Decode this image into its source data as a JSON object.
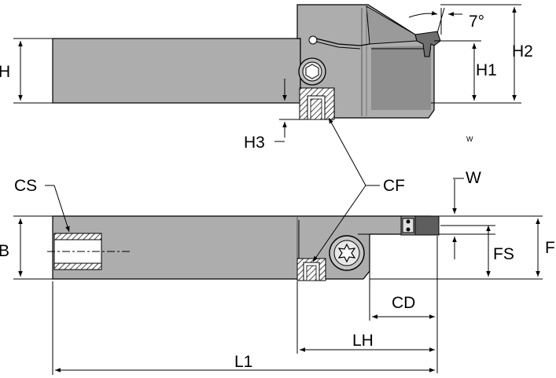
{
  "labels": {
    "H": "H",
    "H1": "H1",
    "H2": "H2",
    "H3": "H3",
    "angle": "7°",
    "W": "W",
    "W_small": "W",
    "CS": "CS",
    "CF": "CF",
    "B": "B",
    "FS": "FS",
    "F": "F",
    "CD": "CD",
    "LH": "LH",
    "L1": "L1"
  },
  "colors": {
    "body": "#adadad",
    "insert": "#6e6e6e",
    "line": "#000000"
  }
}
